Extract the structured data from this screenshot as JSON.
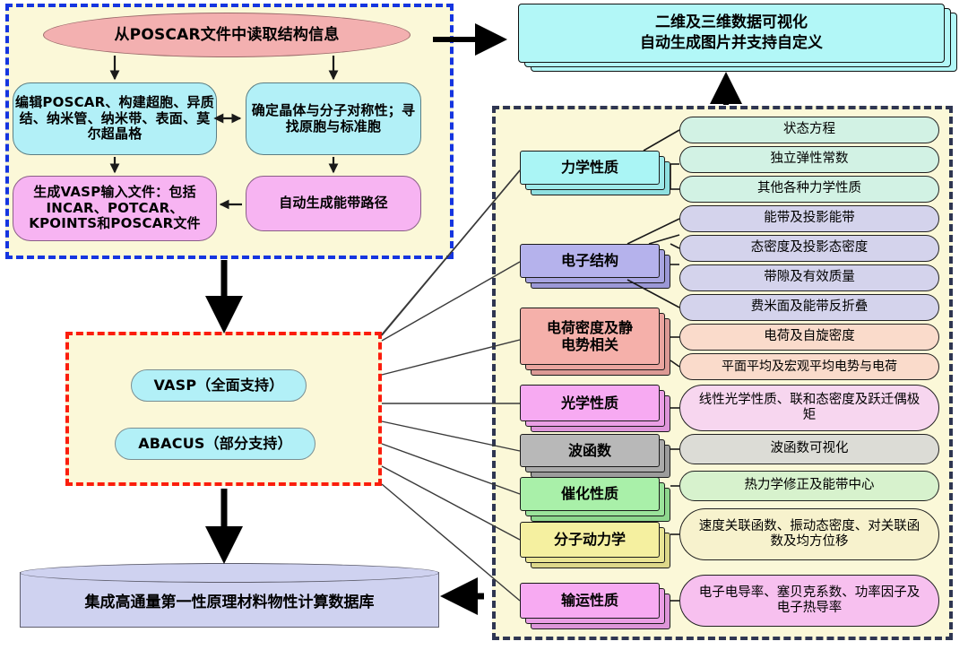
{
  "left_panel": {
    "name": "structure-preparation-panel",
    "border_color": "#1535e0",
    "nodes": {
      "read_poscar": "从POSCAR文件中读取结构信息",
      "edit_structure": "编辑POSCAR、构建超胞、异质结、纳米管、纳米带、表面、莫尔超晶格",
      "symmetry": "确定晶体与分子对称性；寻找原胞与标准胞",
      "vasp_inputs": "生成VASP输入文件：包括INCAR、POTCAR、KPOINTS和POSCAR文件",
      "band_path": "自动生成能带路径"
    }
  },
  "visualization": {
    "title": "二维及三维数据可视化\n自动生成图片并支持自定义",
    "line1": "二维及三维数据可视化",
    "line2": "自动生成图片并支持自定义",
    "color": "#b2f7f7"
  },
  "center_panel": {
    "name": "supported-codes-panel",
    "border_color": "#fb1d0c",
    "items": [
      {
        "label": "VASP（全面支持）",
        "color": "#b2f0f7"
      },
      {
        "label": "ABACUS（部分支持）",
        "color": "#b2f0f7"
      }
    ]
  },
  "database": {
    "label": "集成高通量第一性原理材料物性计算数据库",
    "color": "#cfd2f0"
  },
  "right_panel": {
    "name": "properties-panel",
    "border_color": "#2f3652",
    "categories": [
      {
        "label": "力学性质",
        "color": "#aaf5f5",
        "detail_color": "#d2f2e4"
      },
      {
        "label": "电子结构",
        "color": "#b5b2ec",
        "detail_color": "#d4d3ec"
      },
      {
        "label": "电荷密度及静\n电势相关",
        "color": "#f5b0aa",
        "detail_color": "#fadbcb"
      },
      {
        "label": "光学性质",
        "color": "#f7aaf2",
        "detail_color": "#f7d6ef"
      },
      {
        "label": "波函数",
        "color": "#b8b8b8",
        "detail_color": "#dcdcd6"
      },
      {
        "label": "催化性质",
        "color": "#a9f0a9",
        "detail_color": "#d7f2cd"
      },
      {
        "label": "分子动力学",
        "color": "#f5f0a0",
        "detail_color": "#f7f2cd"
      },
      {
        "label": "输运性质",
        "color": "#f7aaf2",
        "detail_color": "#f7c0ef"
      }
    ],
    "details": [
      {
        "label": "状态方程",
        "category": "力学性质"
      },
      {
        "label": "独立弹性常数",
        "category": "力学性质"
      },
      {
        "label": "其他各种力学性质",
        "category": "力学性质"
      },
      {
        "label": "能带及投影能带",
        "category": "电子结构"
      },
      {
        "label": "态密度及投影态密度",
        "category": "电子结构"
      },
      {
        "label": "带隙及有效质量",
        "category": "电子结构"
      },
      {
        "label": "费米面及能带反折叠",
        "category": "电子结构"
      },
      {
        "label": "电荷及自旋密度",
        "category": "电荷密度及静电势相关"
      },
      {
        "label": "平面平均及宏观平均电势与电荷",
        "category": "电荷密度及静电势相关"
      },
      {
        "label": "线性光学性质、联和态密度及跃迁偶极矩",
        "category": "光学性质"
      },
      {
        "label": "波函数可视化",
        "category": "波函数"
      },
      {
        "label": "热力学修正及能带中心",
        "category": "催化性质"
      },
      {
        "label": "速度关联函数、振动态密度、对关联函数及均方位移",
        "category": "分子动力学"
      },
      {
        "label": "电子电导率、塞贝克系数、功率因子及电子热导率",
        "category": "输运性质"
      }
    ]
  }
}
